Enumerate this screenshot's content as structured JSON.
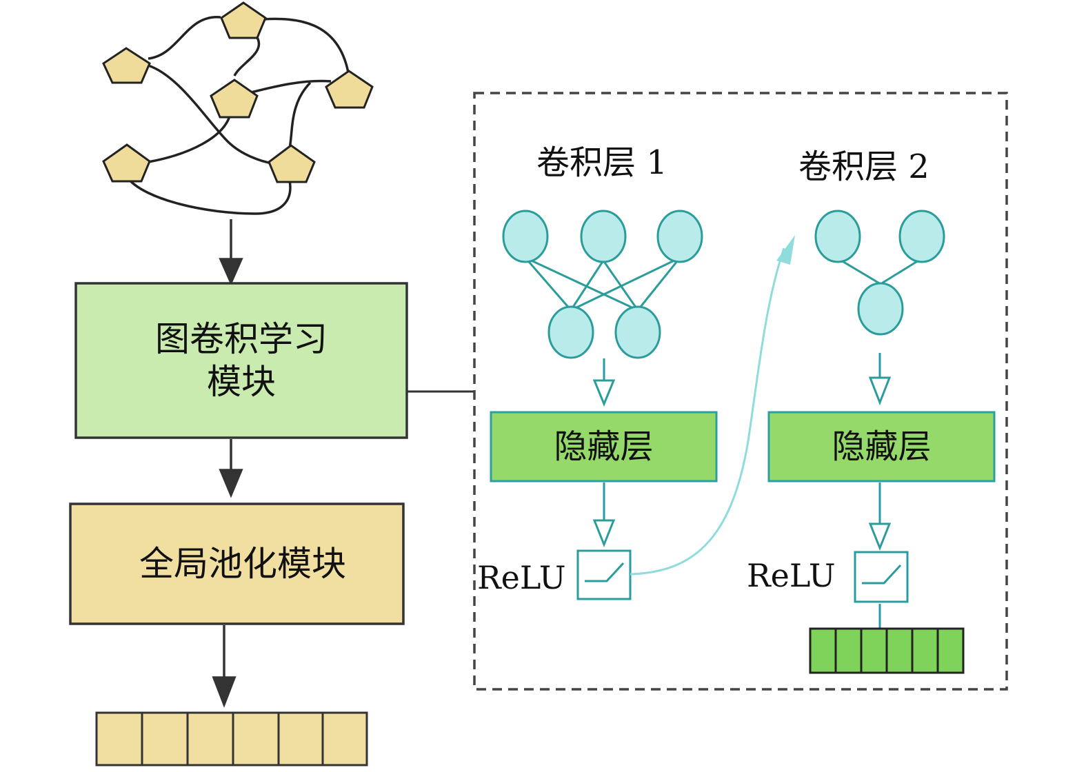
{
  "modules": {
    "gcn_line1": "图卷积学习",
    "gcn_line2": "模块",
    "pooling": "全局池化模块"
  },
  "detail": {
    "layer1_title": "卷积层 1",
    "layer2_title": "卷积层 2",
    "hidden_layer_1": "隐藏层",
    "hidden_layer_2": "隐藏层",
    "relu_1": "ReLU",
    "relu_2": "ReLU"
  },
  "colors": {
    "pentagon_fill": "#f0dc9a",
    "gcn_box_fill": "#c9ebb0",
    "pool_box_fill": "#f0dfa0",
    "node_fill": "#b8ebea",
    "node_stroke": "#2a9c9c",
    "hidden_fill": "#95d96a",
    "hidden_stroke": "#2aa0a0",
    "vector_green": "#7fd35a",
    "vector_yellow": "#f0dfa0",
    "curve_arrow": "#8fdcdc"
  },
  "vectors": {
    "output_cells": 6,
    "layer2_cells": 6
  }
}
